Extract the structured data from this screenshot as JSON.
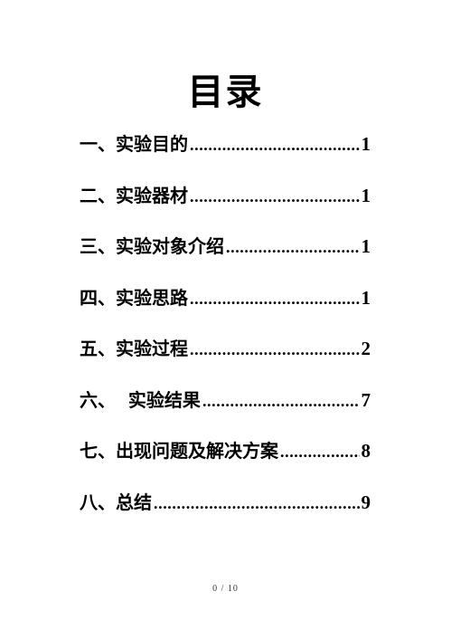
{
  "document": {
    "title": "目录",
    "toc": [
      {
        "label": "一、实验目的",
        "page": "1"
      },
      {
        "label": "二、实验器材",
        "page": "1"
      },
      {
        "label": "三、实验对象介绍",
        "page": "1"
      },
      {
        "label": "四、实验思路",
        "page": "1"
      },
      {
        "label": "五、实验过程",
        "page": "2"
      },
      {
        "label": "六、  实验结果",
        "page": "7"
      },
      {
        "label": "七、出现问题及解决方案",
        "page": "8"
      },
      {
        "label": "八、总结",
        "page": "9"
      }
    ],
    "footer": "0 / 10"
  }
}
